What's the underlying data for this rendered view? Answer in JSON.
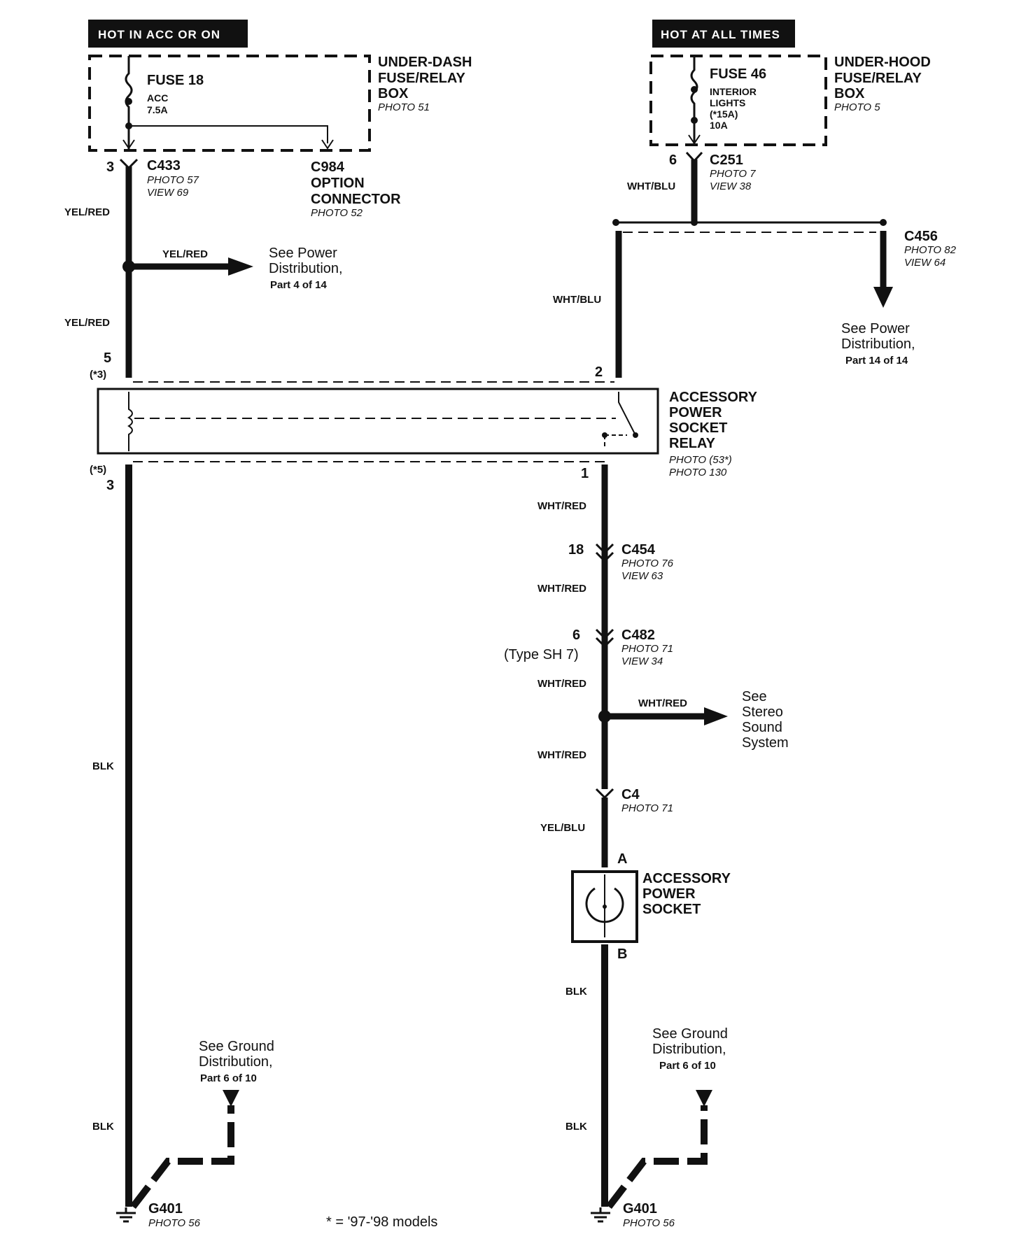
{
  "headers": {
    "left": "HOT IN ACC OR ON",
    "right": "HOT AT ALL TIMES"
  },
  "under_dash_box": {
    "title": [
      "UNDER-DASH",
      "FUSE/RELAY",
      "BOX"
    ],
    "photo": "PHOTO 51",
    "fuse": "FUSE 18",
    "fuse_sub1": "ACC",
    "fuse_sub2": "7.5A"
  },
  "under_hood_box": {
    "title": [
      "UNDER-HOOD",
      "FUSE/RELAY",
      "BOX"
    ],
    "photo": "PHOTO 5",
    "fuse": "FUSE 46",
    "fuse_sub1": "INTERIOR",
    "fuse_sub2": "LIGHTS",
    "fuse_sub3": "(*15A)",
    "fuse_sub4": "10A"
  },
  "connectors": {
    "c433": {
      "name": "C433",
      "photo": "PHOTO 57",
      "view": "VIEW 69",
      "pin": "3"
    },
    "c984": {
      "name": "C984",
      "line2": "OPTION",
      "line3": "CONNECTOR",
      "photo": "PHOTO 52"
    },
    "c251": {
      "name": "C251",
      "photo": "PHOTO 7",
      "view": "VIEW 38",
      "pin": "6"
    },
    "c456": {
      "name": "C456",
      "photo": "PHOTO 82",
      "view": "VIEW 64"
    },
    "c454": {
      "name": "C454",
      "photo": "PHOTO 76",
      "view": "VIEW 63",
      "pin": "18"
    },
    "c482": {
      "name": "C482",
      "photo": "PHOTO 71",
      "view": "VIEW 34",
      "pin": "6",
      "pin_alt": "(Type SH 7)"
    },
    "c4": {
      "name": "C4",
      "photo": "PHOTO 71"
    }
  },
  "wires": {
    "yel_red": "YEL/RED",
    "wht_blu": "WHT/BLU",
    "wht_red": "WHT/RED",
    "yel_blu": "YEL/BLU",
    "blk": "BLK"
  },
  "refs": {
    "power4": {
      "line1": "See Power",
      "line2": "Distribution,",
      "line3": "Part 4 of 14"
    },
    "power14": {
      "line1": "See Power",
      "line2": "Distribution,",
      "line3": "Part 14 of 14"
    },
    "stereo": {
      "line1": "See",
      "line2": "Stereo",
      "line3": "Sound",
      "line4": "System"
    },
    "ground_left": {
      "line1": "See Ground",
      "line2": "Distribution,",
      "line3": "Part 6 of 10"
    },
    "ground_right": {
      "line1": "See Ground",
      "line2": "Distribution,",
      "line3": "Part 6 of 10"
    }
  },
  "relay": {
    "title": [
      "ACCESSORY",
      "POWER",
      "SOCKET",
      "RELAY"
    ],
    "photo1": "PHOTO (53*)",
    "photo2": "PHOTO 130",
    "pin5": "5",
    "pin5_alt": "(*3)",
    "pin2": "2",
    "pin3_alt": "(*5)",
    "pin3": "3",
    "pin1": "1"
  },
  "socket": {
    "title": [
      "ACCESSORY",
      "POWER",
      "SOCKET"
    ],
    "pinA": "A",
    "pinB": "B"
  },
  "grounds": {
    "left": {
      "name": "G401",
      "photo": "PHOTO 56"
    },
    "right": {
      "name": "G401",
      "photo": "PHOTO 56"
    }
  },
  "footnote": "* = '97-'98 models"
}
